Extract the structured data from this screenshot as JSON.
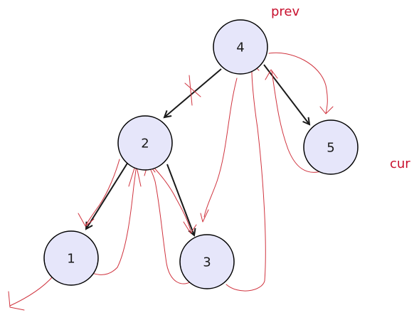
{
  "diagram": {
    "nodes": [
      {
        "id": "n4",
        "label": "4"
      },
      {
        "id": "n2",
        "label": "2"
      },
      {
        "id": "n5",
        "label": "5"
      },
      {
        "id": "n1",
        "label": "1"
      },
      {
        "id": "n3",
        "label": "3"
      }
    ],
    "edges": [
      {
        "from": "4",
        "to": "2"
      },
      {
        "from": "4",
        "to": "5"
      },
      {
        "from": "2",
        "to": "1"
      },
      {
        "from": "2",
        "to": "3"
      }
    ],
    "annotations": {
      "prev": "prev",
      "cur": "cur"
    },
    "colors": {
      "node_fill": "#e6e6fa",
      "node_stroke": "#000000",
      "edge": "#1a1a1a",
      "annotation": "#d0343f"
    }
  }
}
